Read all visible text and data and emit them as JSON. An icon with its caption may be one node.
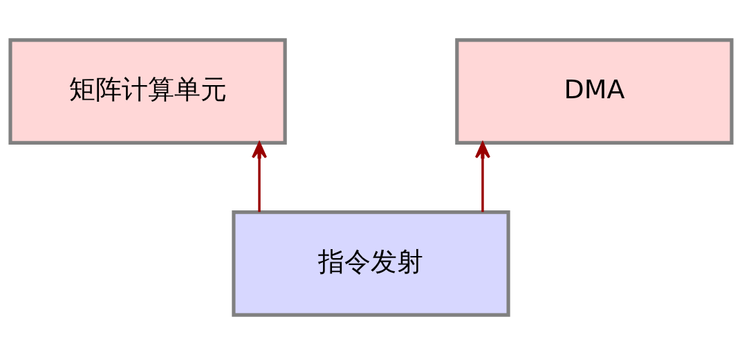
{
  "diagram": {
    "nodes": [
      {
        "text": [
          "矩阵计算单元"
        ]
      },
      {
        "text": [
          "DMA"
        ]
      },
      {
        "text": [
          "指令发射"
        ]
      }
    ],
    "edges": [
      {
        "from": 2,
        "to": 0,
        "arrow": "to"
      },
      {
        "from": 2,
        "to": 1,
        "arrow": "to"
      }
    ]
  }
}
